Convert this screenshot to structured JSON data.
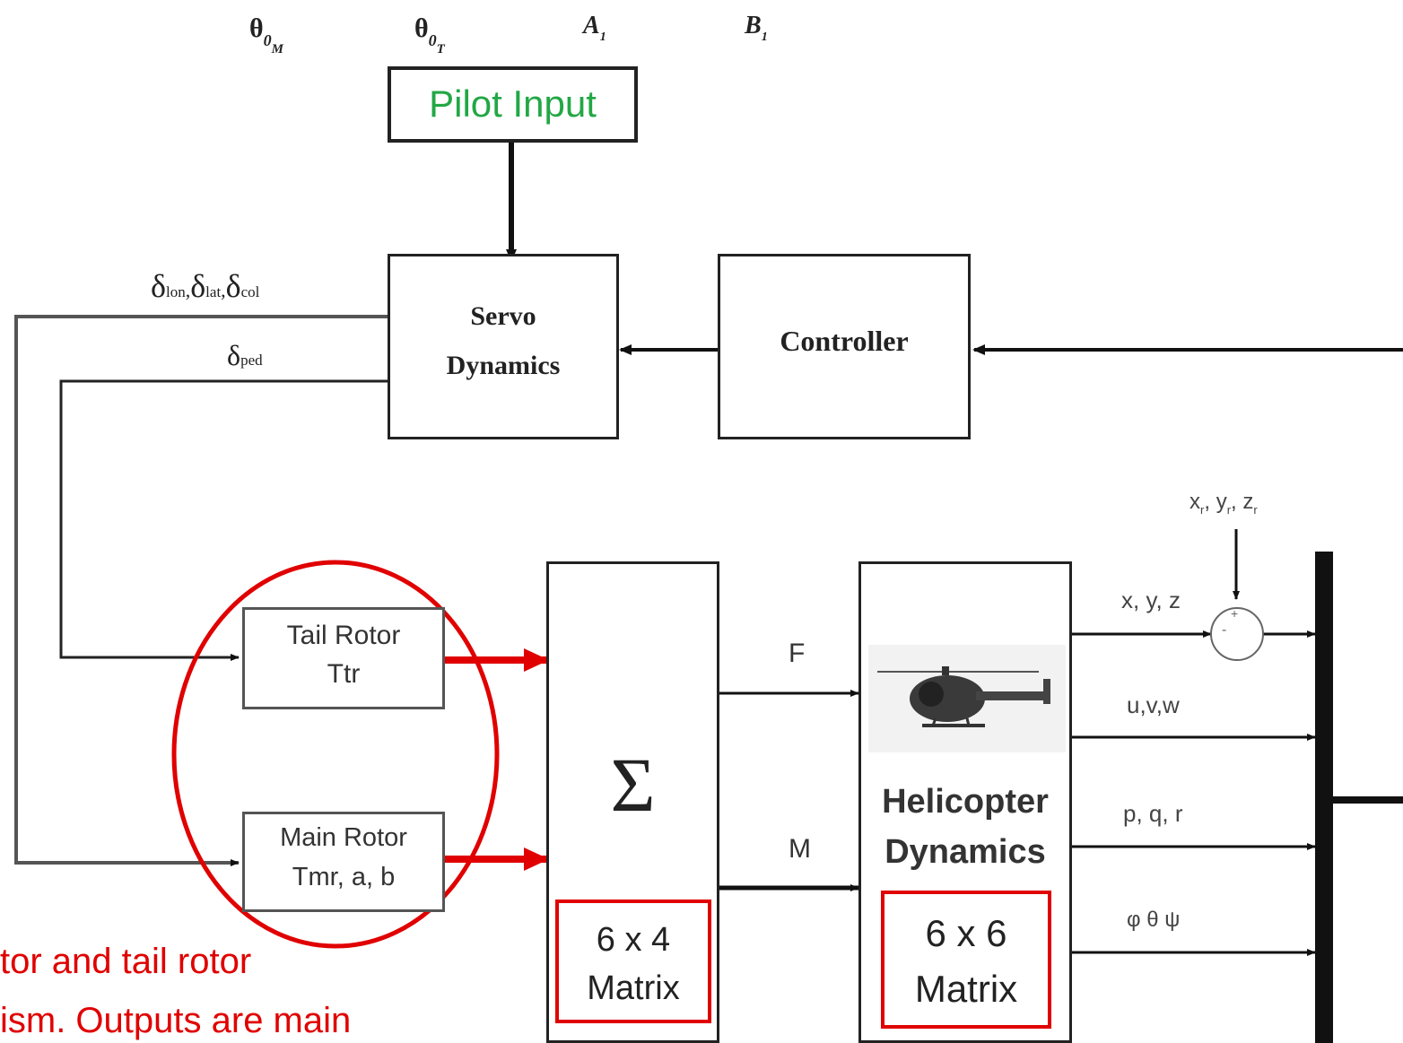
{
  "top_symbols": {
    "theta_m": "θ",
    "theta_m_sub": "0",
    "theta_m_subsub": "M",
    "theta_t": "θ",
    "theta_t_sub": "0",
    "theta_t_subsub": "T",
    "a1": "A",
    "a1_sub": "1",
    "b1": "B",
    "b1_sub": "1"
  },
  "pilot_input": {
    "label": "Pilot Input",
    "color": "#22a745"
  },
  "servo": {
    "line1": "Servo",
    "line2": "Dynamics"
  },
  "controller": {
    "label": "Controller"
  },
  "signals": {
    "delta_top": "δ",
    "lon": "lon",
    "lat": "lat",
    "col": "col",
    "comma": ",",
    "delta_ped": "δ",
    "ped": "ped",
    "reference": "x",
    "reference_y": "y",
    "reference_z": "z",
    "reference_sub": "r",
    "F": "F",
    "M": "M",
    "xyz": "x, y, z",
    "uvw": "u,v,w",
    "pqr": "p, q, r",
    "euler": "φ θ ψ"
  },
  "tail_rotor": {
    "line1": "Tail Rotor",
    "line2": "Ttr"
  },
  "main_rotor": {
    "line1": "Main Rotor",
    "line2": "Tmr, a, b"
  },
  "summation": {
    "symbol": "Σ",
    "matrix_line1": "6 x 4",
    "matrix_line2": "Matrix"
  },
  "helicopter": {
    "line1": "Helicopter",
    "line2": "Dynamics",
    "matrix_line1": "6 x 6",
    "matrix_line2": "Matrix"
  },
  "sum_junction": {
    "plus": "+",
    "minus": "-"
  },
  "annotation": {
    "line1": "tor and tail rotor",
    "line2": "ism. Outputs are main",
    "color": "#e00000"
  },
  "colors": {
    "highlight": "#e00000",
    "wire": "#111111"
  }
}
